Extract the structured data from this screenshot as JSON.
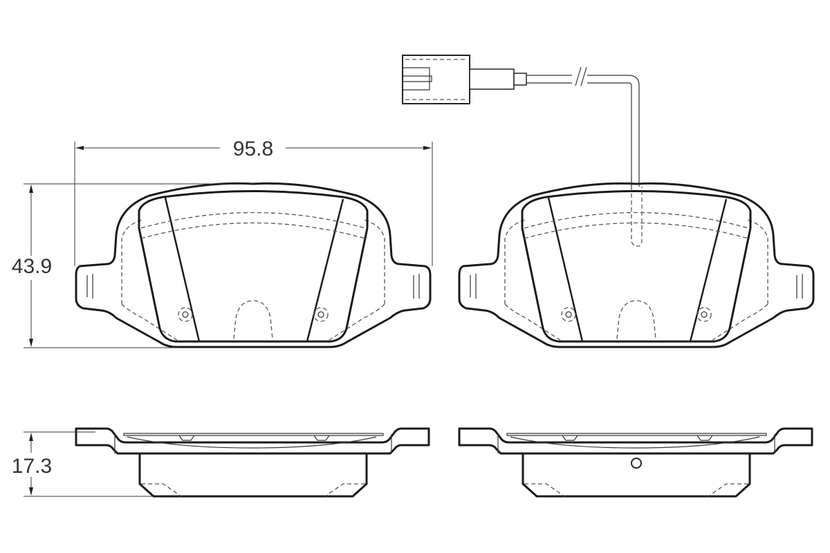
{
  "drawing": {
    "subject": "brake pad set technical drawing",
    "colors": {
      "friction_material": "#f0cdb4",
      "outline": "#1a1a1a",
      "background": "#ffffff",
      "dimension_text": "#333333"
    },
    "dimensions": {
      "width": "95.8",
      "height": "43.9",
      "thickness": "17.3"
    },
    "views": [
      {
        "name": "front-view-left-pad",
        "has_wear_sensor": false
      },
      {
        "name": "front-view-right-pad",
        "has_wear_sensor": true
      },
      {
        "name": "side-view-left-pad"
      },
      {
        "name": "side-view-right-pad"
      }
    ],
    "wear_sensor": {
      "connector": true,
      "cable_break_symbol": "//"
    }
  }
}
